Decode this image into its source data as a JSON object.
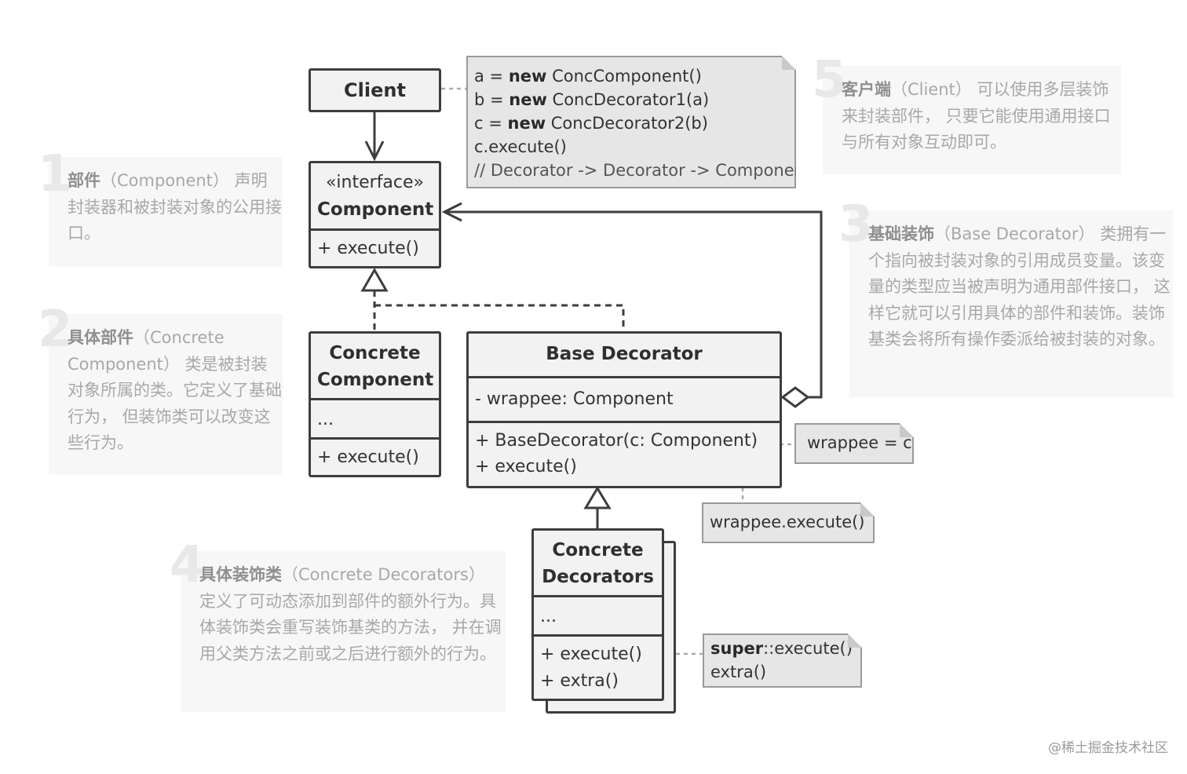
{
  "descriptions": [
    {
      "num": "1",
      "heading": "部件",
      "body": "（Component） 声明封装器和被封装对象的公用接口。"
    },
    {
      "num": "2",
      "heading": "具体部件",
      "body": "（Concrete Component） 类是被封装对象所属的类。它定义了基础行为， 但装饰类可以改变这些行为。"
    },
    {
      "num": "3",
      "heading": "基础装饰",
      "body": "（Base Decorator） 类拥有一个指向被封装对象的引用成员变量。该变量的类型应当被声明为通用部件接口， 这样它就可以引用具体的部件和装饰。装饰基类会将所有操作委派给被封装的对象。"
    },
    {
      "num": "4",
      "heading": "具体装饰类",
      "body": "（Concrete Decorators） 定义了可动态添加到部件的额外行为。具体装饰类会重写装饰基类的方法， 并在调用父类方法之前或之后进行额外的行为。"
    },
    {
      "num": "5",
      "heading": "客户端",
      "body": "（Client） 可以使用多层装饰来封装部件， 只要它能使用通用接口与所有对象互动即可。"
    }
  ],
  "classes": {
    "client": {
      "title": "Client"
    },
    "component": {
      "stereotype": "«interface»",
      "title": "Component",
      "methods": "+ execute()"
    },
    "concrete_component": {
      "title_line1": "Concrete",
      "title_line2": "Component",
      "fields": "...",
      "methods": "+ execute()"
    },
    "base_decorator": {
      "title": "Base Decorator",
      "fields": "- wrappee: Component",
      "method1": "+ BaseDecorator(c: Component)",
      "method2": "+ execute()"
    },
    "concrete_decorators": {
      "title_line1": "Concrete",
      "title_line2": "Decorators",
      "fields": "...",
      "method1": "+ execute()",
      "method2": "+ extra()"
    }
  },
  "notes": {
    "client_code": {
      "line1_pre": "a = ",
      "line1_kw": "new",
      "line1_post": " ConcComponent()",
      "line2_pre": "b = ",
      "line2_kw": "new",
      "line2_post": " ConcDecorator1(a)",
      "line3_pre": "c = ",
      "line3_kw": "new",
      "line3_post": " ConcDecorator2(b)",
      "line4": "c.execute()",
      "line5": "// Decorator -> Decorator -> Component"
    },
    "wrappee_assign": "wrappee = c",
    "wrappee_execute": "wrappee.execute()",
    "super_execute_kw": "super",
    "super_execute_post": "::execute()",
    "extra_call": "extra()"
  },
  "watermark": "@稀土掘金技术社区",
  "colors": {
    "line": "#3d3d3d",
    "box_fill": "#f2f2f2",
    "note_fill": "#e6e6e6",
    "dashed": "#aaaaaa"
  }
}
